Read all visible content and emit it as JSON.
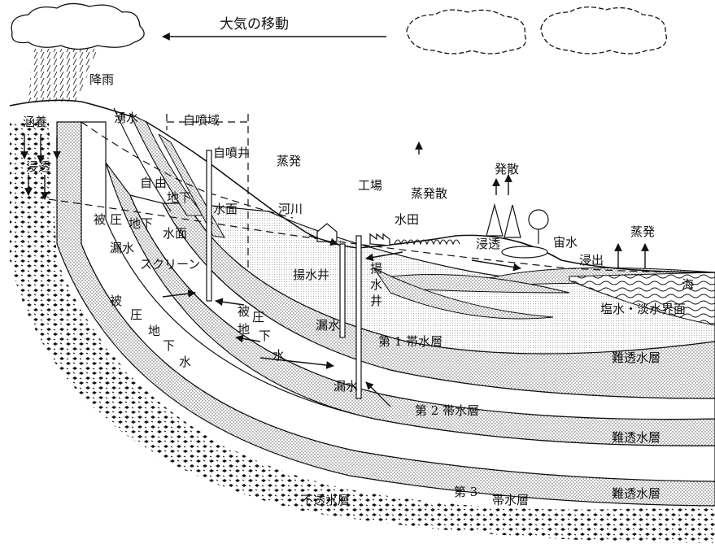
{
  "labels": {
    "atmosphere_movement": "大気の移動",
    "rainfall": "降雨",
    "recharge": "涵養",
    "infiltration_left": "浸透",
    "spring_water": "湧水",
    "flowing_zone": "自噴域",
    "flowing_well": "自噴井",
    "evaporation_river": "蒸発",
    "river": "河川",
    "free_char_1": "自",
    "free_char_2": "由",
    "free_char_3": "地下",
    "free_char_4": "水面",
    "confined_surface_1": "被",
    "confined_surface_2": "圧",
    "confined_surface_3": "地下",
    "confined_surface_4": "水面",
    "leakage_upper": "漏水",
    "screen": "スクリーン",
    "confined_gw_1": "被",
    "confined_gw_2": "圧",
    "confined_gw_3": "地",
    "confined_gw_4": "下",
    "confined_gw_5": "水",
    "confined_gw2_1": "被",
    "confined_gw2_2": "圧",
    "confined_gw2_3": "地",
    "confined_gw2_4": "下",
    "confined_gw2_5": "水",
    "factory": "工場",
    "evapotranspiration": "蒸発散",
    "paddy_field": "水田",
    "transpiration": "発散",
    "pumping_well_left": "揚水井",
    "pumping_well_right_1": "揚",
    "pumping_well_right_2": "水",
    "pumping_well_right_3": "井",
    "leakage_mid": "漏水",
    "infiltration_right": "浸透",
    "perched_water": "宙水",
    "seepage": "浸出",
    "evaporation_sea": "蒸発",
    "sea": "海",
    "salt_fresh_interface": "塩水・淡水界面",
    "aquifer_1": "第 1 帯水層",
    "aquitard_1": "難透水層",
    "leakage_lower": "漏水",
    "aquifer_2": "第 2 帯水層",
    "aquitard_2": "難透水層",
    "aquifer_3_a": "第 3",
    "aquifer_3_b": "帯水層",
    "aquitard_3": "難透水層",
    "impermeable_layer": "不透水層"
  }
}
